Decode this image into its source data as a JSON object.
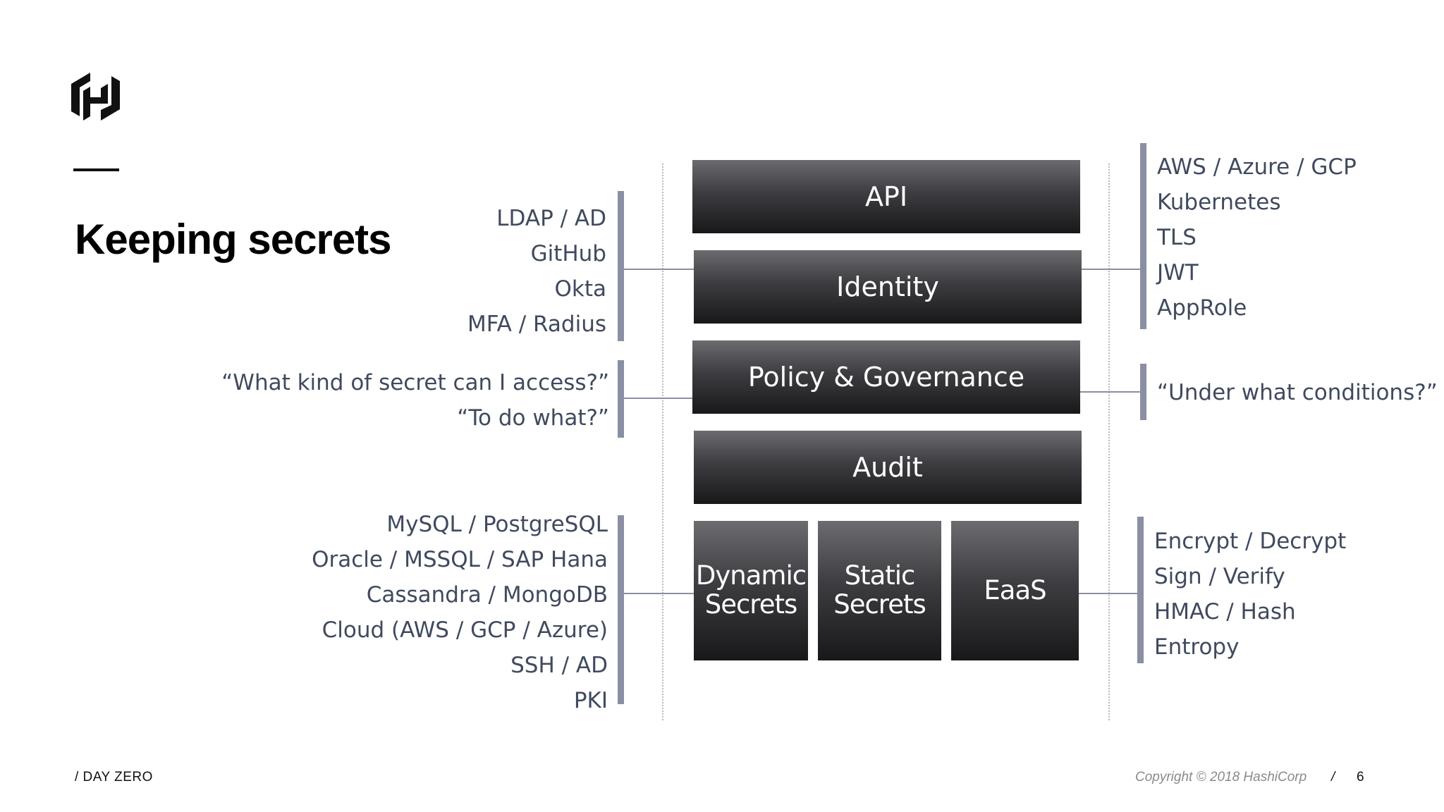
{
  "title": "Keeping secrets",
  "blocks": {
    "api": "API",
    "identity": "Identity",
    "policy": "Policy & Governance",
    "audit": "Audit",
    "dynamic_line1": "Dynamic",
    "dynamic_line2": "Secrets",
    "static_line1": "Static",
    "static_line2": "Secrets",
    "eaas": "EaaS"
  },
  "auth_methods_left": [
    "LDAP / AD",
    "GitHub",
    "Okta",
    "MFA / Radius"
  ],
  "policy_questions_left": [
    "“What kind of secret can I access?”",
    "“To do what?”"
  ],
  "secret_backends_left": [
    "MySQL / PostgreSQL",
    "Oracle / MSSQL / SAP Hana",
    "Cassandra / MongoDB",
    "Cloud (AWS / GCP / Azure)",
    "SSH / AD",
    "PKI"
  ],
  "auth_methods_right": [
    "AWS / Azure / GCP",
    "Kubernetes",
    "TLS",
    "JWT",
    "AppRole"
  ],
  "policy_question_right": "“Under what conditions?”",
  "eaas_features_right": [
    "Encrypt / Decrypt",
    "Sign / Verify",
    "HMAC / Hash",
    "Entropy"
  ],
  "footer": {
    "left": "/ DAY ZERO",
    "copyright": "Copyright © 2018 HashiCorp",
    "separator": "/",
    "page": "6"
  },
  "colors": {
    "bar": "#8a8fa3",
    "text": "#404a5e",
    "block_dark": "#18181a",
    "block_light": "#6c6c70"
  }
}
